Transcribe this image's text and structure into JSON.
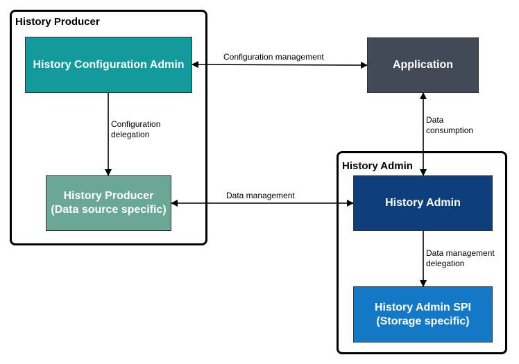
{
  "groups": {
    "producer": {
      "title": "History Producer"
    },
    "admin": {
      "title": "History Admin"
    }
  },
  "nodes": {
    "config_admin": {
      "label": "History Configuration Admin",
      "color": "#139a9c"
    },
    "application": {
      "label": "Application",
      "color": "#414a56"
    },
    "producer": {
      "label": "History Producer\n(Data source specific)",
      "color": "#6aa895"
    },
    "history_admin": {
      "label": "History Admin",
      "color": "#0e3f7c"
    },
    "admin_spi": {
      "label": "History Admin SPI\n(Storage specific)",
      "color": "#1379c6"
    }
  },
  "edges": {
    "configuration_management": "Configuration management",
    "configuration_delegation": "Configuration\ndelegation",
    "data_consumption": "Data\nconsumption",
    "data_management": "Data management",
    "data_management_delegation": "Data management\ndelegation"
  }
}
